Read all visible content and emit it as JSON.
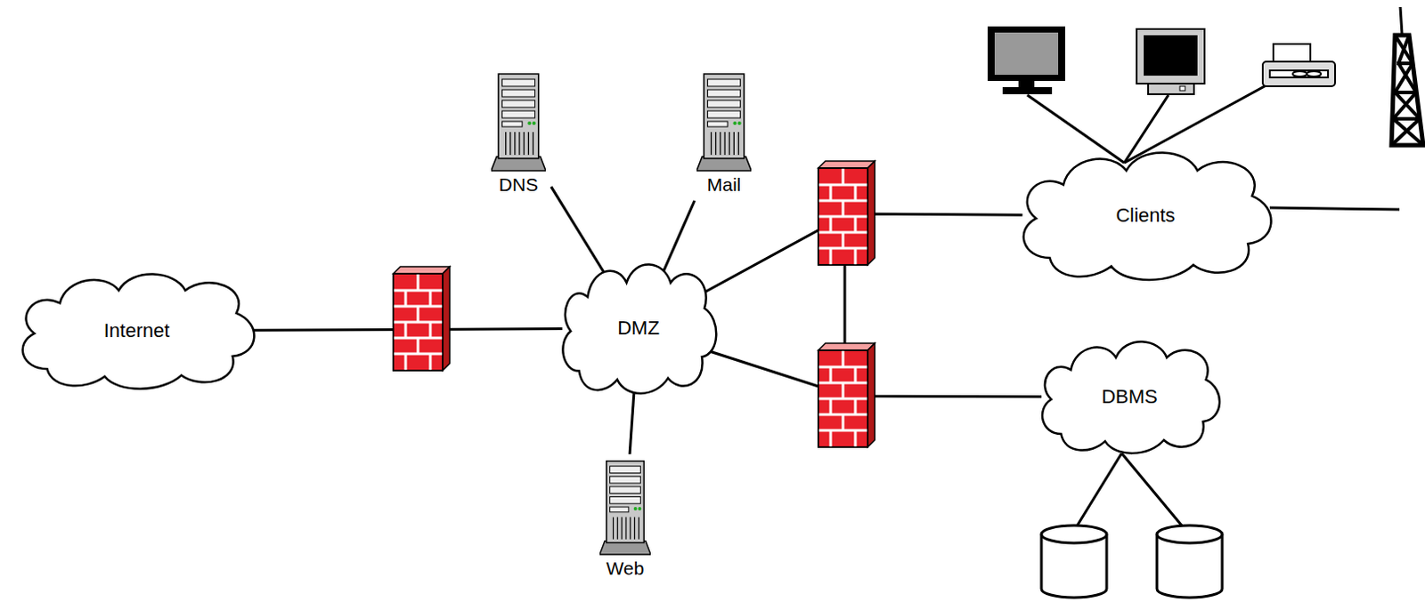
{
  "diagram": {
    "nodes": [
      {
        "text": [
          "Internet"
        ]
      },
      {
        "text": [
          "DMZ"
        ]
      },
      {
        "text": [
          "DNS"
        ]
      },
      {
        "text": [
          "Mail"
        ]
      },
      {
        "text": [
          "Web"
        ]
      },
      {
        "text": [
          "Clients"
        ]
      },
      {
        "text": [
          "DBMS"
        ]
      }
    ],
    "edges": [
      {
        "from": 0,
        "to": 1,
        "arrow": "none"
      },
      {
        "from": 1,
        "to": 2,
        "arrow": "none"
      },
      {
        "from": 1,
        "to": 3,
        "arrow": "none"
      },
      {
        "from": 1,
        "to": 4,
        "arrow": "none"
      },
      {
        "from": 1,
        "to": 5,
        "arrow": "none"
      },
      {
        "from": 1,
        "to": 6,
        "arrow": "none"
      }
    ]
  }
}
